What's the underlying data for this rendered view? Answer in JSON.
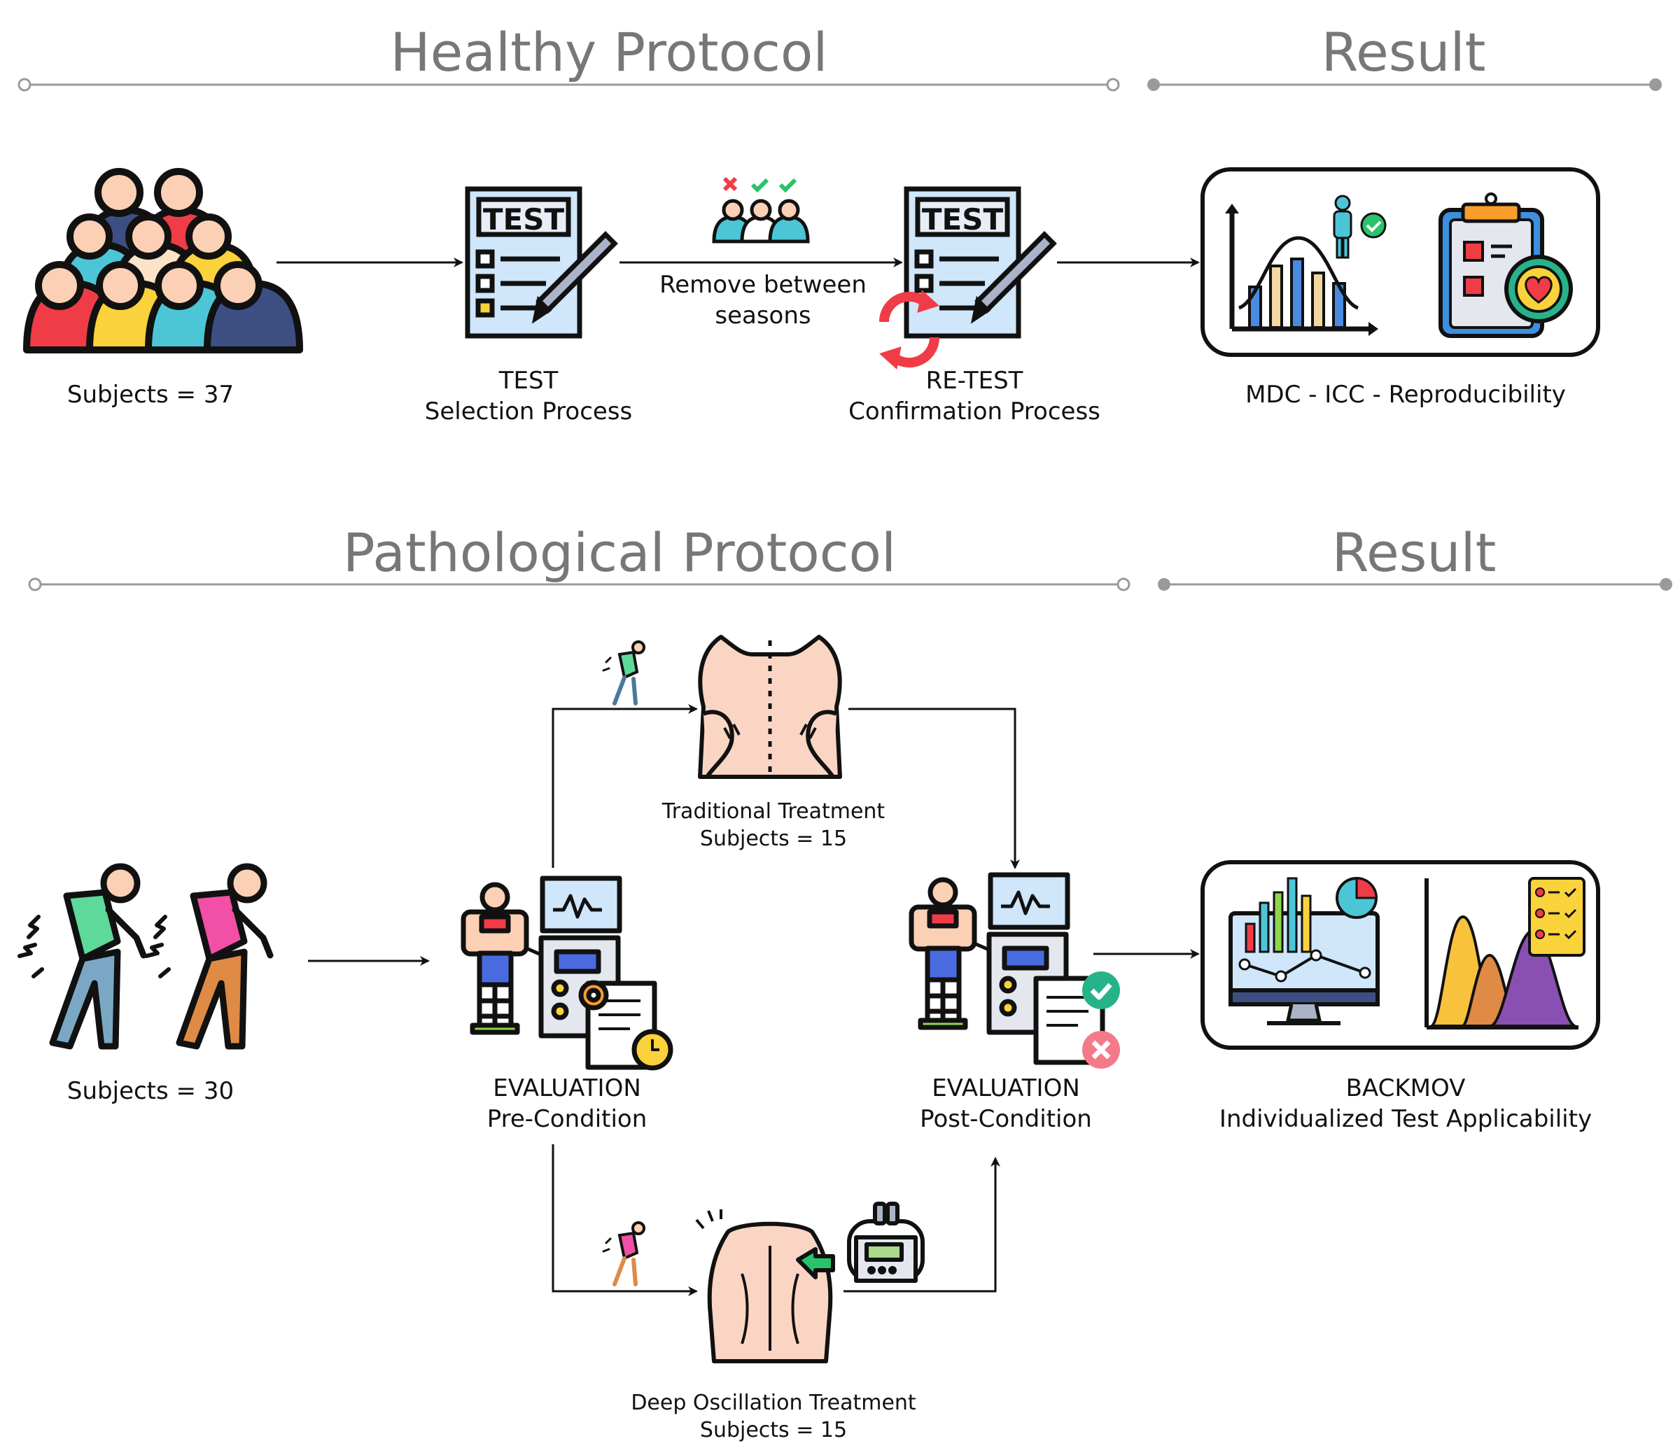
{
  "sections": {
    "healthy_title": "Healthy Protocol",
    "healthy_result": "Result",
    "pathological_title": "Pathological Protocol",
    "pathological_result": "Result"
  },
  "healthy": {
    "subjects": "Subjects = 37",
    "test_line1": "TEST",
    "test_line2": "Selection Process",
    "remove_line1": "Remove between",
    "remove_line2": "seasons",
    "retest_line1": "RE-TEST",
    "retest_line2": "Confirmation Process",
    "result": "MDC - ICC - Reproducibility",
    "test_sheet_word": "TEST"
  },
  "pathological": {
    "subjects": "Subjects = 30",
    "eval_pre_line1": "EVALUATION",
    "eval_pre_line2": "Pre-Condition",
    "eval_post_line1": "EVALUATION",
    "eval_post_line2": "Post-Condition",
    "traditional_line1": "Traditional Treatment",
    "traditional_line2": "Subjects = 15",
    "deep_line1": "Deep Oscillation Treatment",
    "deep_line2": "Subjects = 15",
    "result_line1": "BACKMOV",
    "result_line2": "Individualized Test Applicability"
  },
  "colors": {
    "section_line": "#9a9a9a",
    "section_text": "#777777",
    "red": "#f03c46",
    "yellow": "#f9d23c",
    "teal": "#4cc6d6",
    "navy": "#3d4f82",
    "green": "#27c46b",
    "skin": "#fbd0b5",
    "blue_light": "#cfe6fb",
    "pink": "#f24fa6",
    "orange": "#df8a45"
  },
  "icons": [
    "crowd-icon",
    "test-sheet-icon",
    "team-vote-icon",
    "retest-sheet-icon",
    "refresh-icon",
    "chart-results-icon",
    "back-pain-icon",
    "evaluation-machine-icon",
    "back-massage-icon",
    "deep-oscillation-icon",
    "analytics-monitor-icon",
    "distribution-report-icon"
  ]
}
